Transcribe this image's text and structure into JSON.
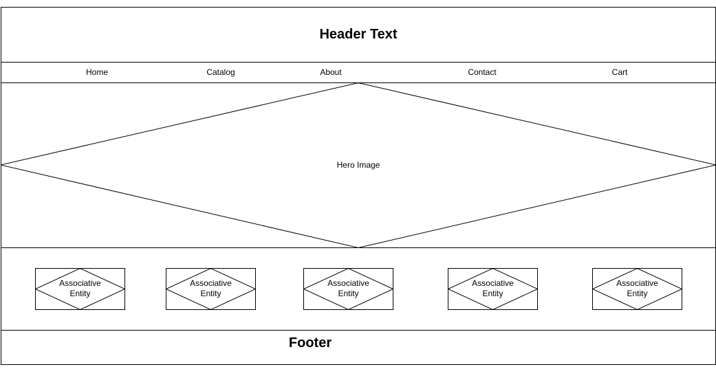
{
  "header": {
    "title": "Header Text"
  },
  "nav": {
    "items": [
      "Home",
      "Catalog",
      "About",
      "Contact",
      "Cart"
    ]
  },
  "hero": {
    "label": "Hero Image"
  },
  "cards": {
    "items": [
      {
        "label": "Associative Entity"
      },
      {
        "label": "Associative Entity"
      },
      {
        "label": "Associative Entity"
      },
      {
        "label": "Associative Entity"
      },
      {
        "label": "Associative Entity"
      }
    ]
  },
  "footer": {
    "title": "Footer"
  }
}
